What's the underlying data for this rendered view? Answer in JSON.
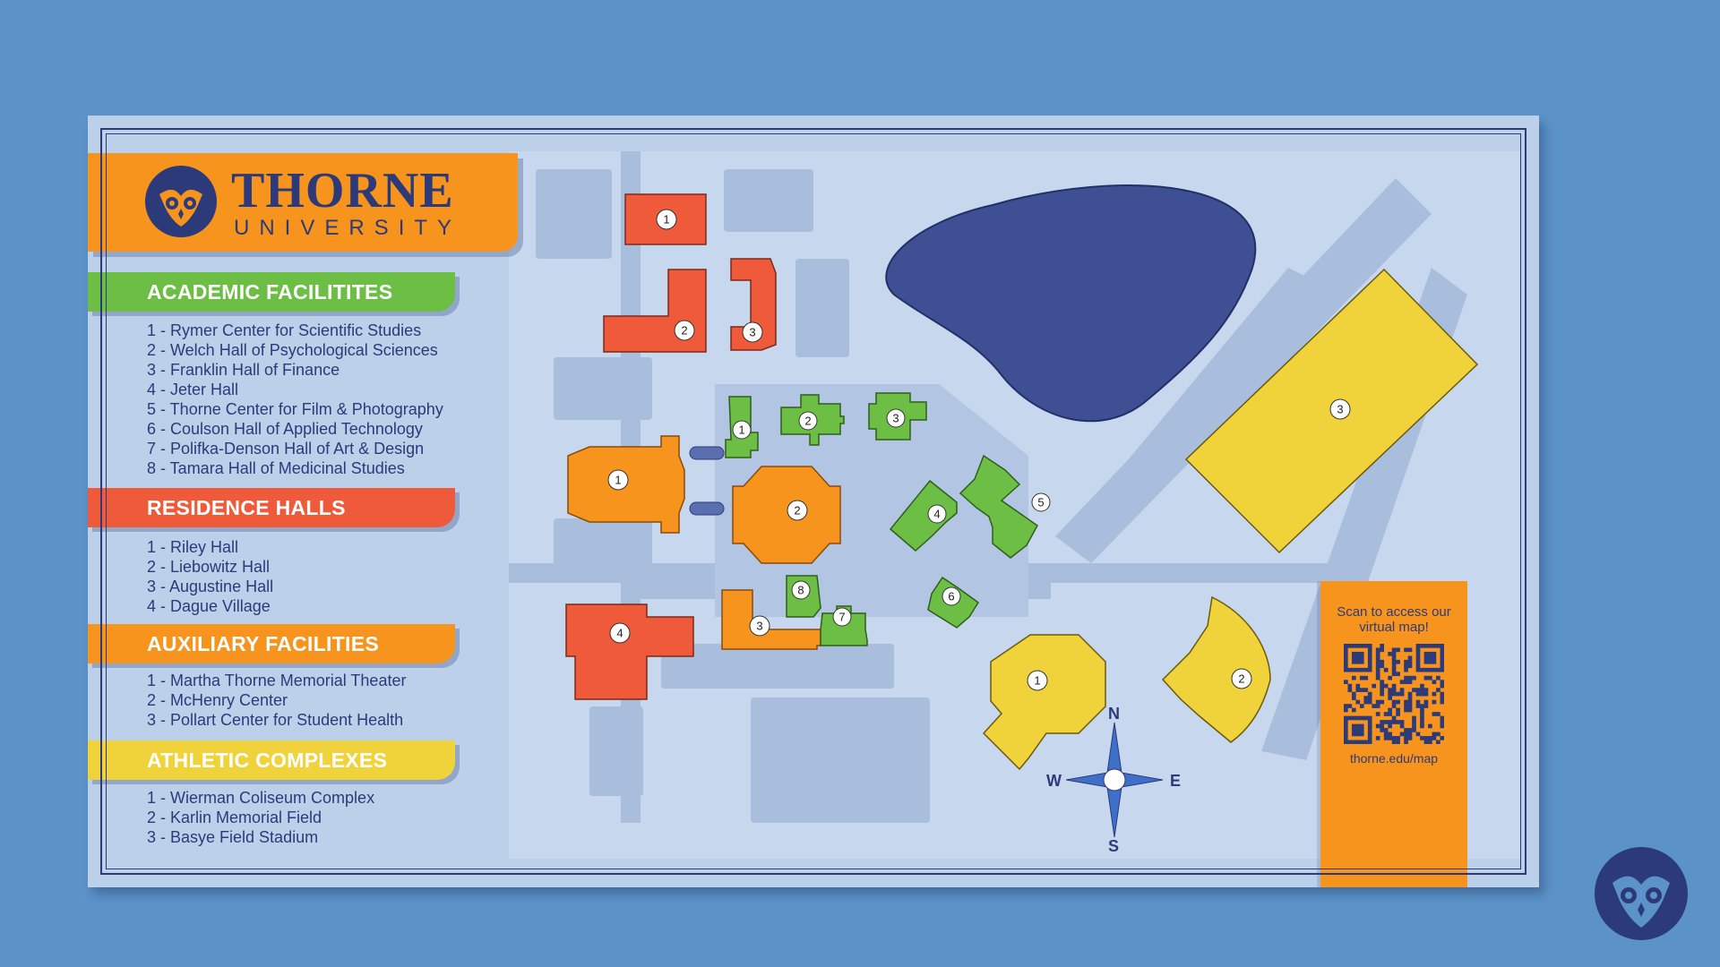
{
  "brand": {
    "name_line1": "THORNE",
    "name_line2": "UNIVERSITY",
    "colors": {
      "navy": "#2d3a7a",
      "orange": "#f7941d",
      "green": "#6cbe45",
      "red": "#ef5a3a",
      "yellow": "#f0d33a",
      "background": "#5b93c9"
    },
    "icon": "owl-logo-icon"
  },
  "legend": {
    "academic": {
      "title": "ACADEMIC FACILITITES",
      "items": [
        "1 - Rymer Center for Scientific Studies",
        "2 - Welch Hall of Psychological Sciences",
        "3 - Franklin Hall of Finance",
        "4 - Jeter Hall",
        "5 - Thorne Center for Film & Photography",
        "6 - Coulson Hall of Applied Technology",
        "7 - Polifka-Denson Hall of Art & Design",
        "8 - Tamara Hall of Medicinal Studies"
      ]
    },
    "residence": {
      "title": "RESIDENCE HALLS",
      "items": [
        "1 - Riley Hall",
        "2 - Liebowitz Hall",
        "3 - Augustine Hall",
        "4 - Dague Village"
      ]
    },
    "auxiliary": {
      "title": "AUXILIARY FACILITIES",
      "items": [
        "1 - Martha Thorne Memorial Theater",
        "2 - McHenry Center",
        "3 - Pollart Center for Student Health"
      ]
    },
    "athletic": {
      "title": "ATHLETIC COMPLEXES",
      "items": [
        "1 - Wierman Coliseum Complex",
        "2 - Karlin Memorial Field",
        "3 - Basye Field Stadium"
      ]
    }
  },
  "map_markers": {
    "residence": [
      "1",
      "2",
      "3",
      "4"
    ],
    "academic": [
      "1",
      "2",
      "3",
      "4",
      "5",
      "6",
      "7",
      "8"
    ],
    "auxiliary": [
      "1",
      "2",
      "3"
    ],
    "athletic": [
      "1",
      "2",
      "3"
    ]
  },
  "compass": {
    "n": "N",
    "s": "S",
    "e": "E",
    "w": "W",
    "icon": "compass-rose-icon"
  },
  "qr": {
    "caption": "Scan to access our virtual map!",
    "url": "thorne.edu/map",
    "icon": "qr-code-icon"
  }
}
